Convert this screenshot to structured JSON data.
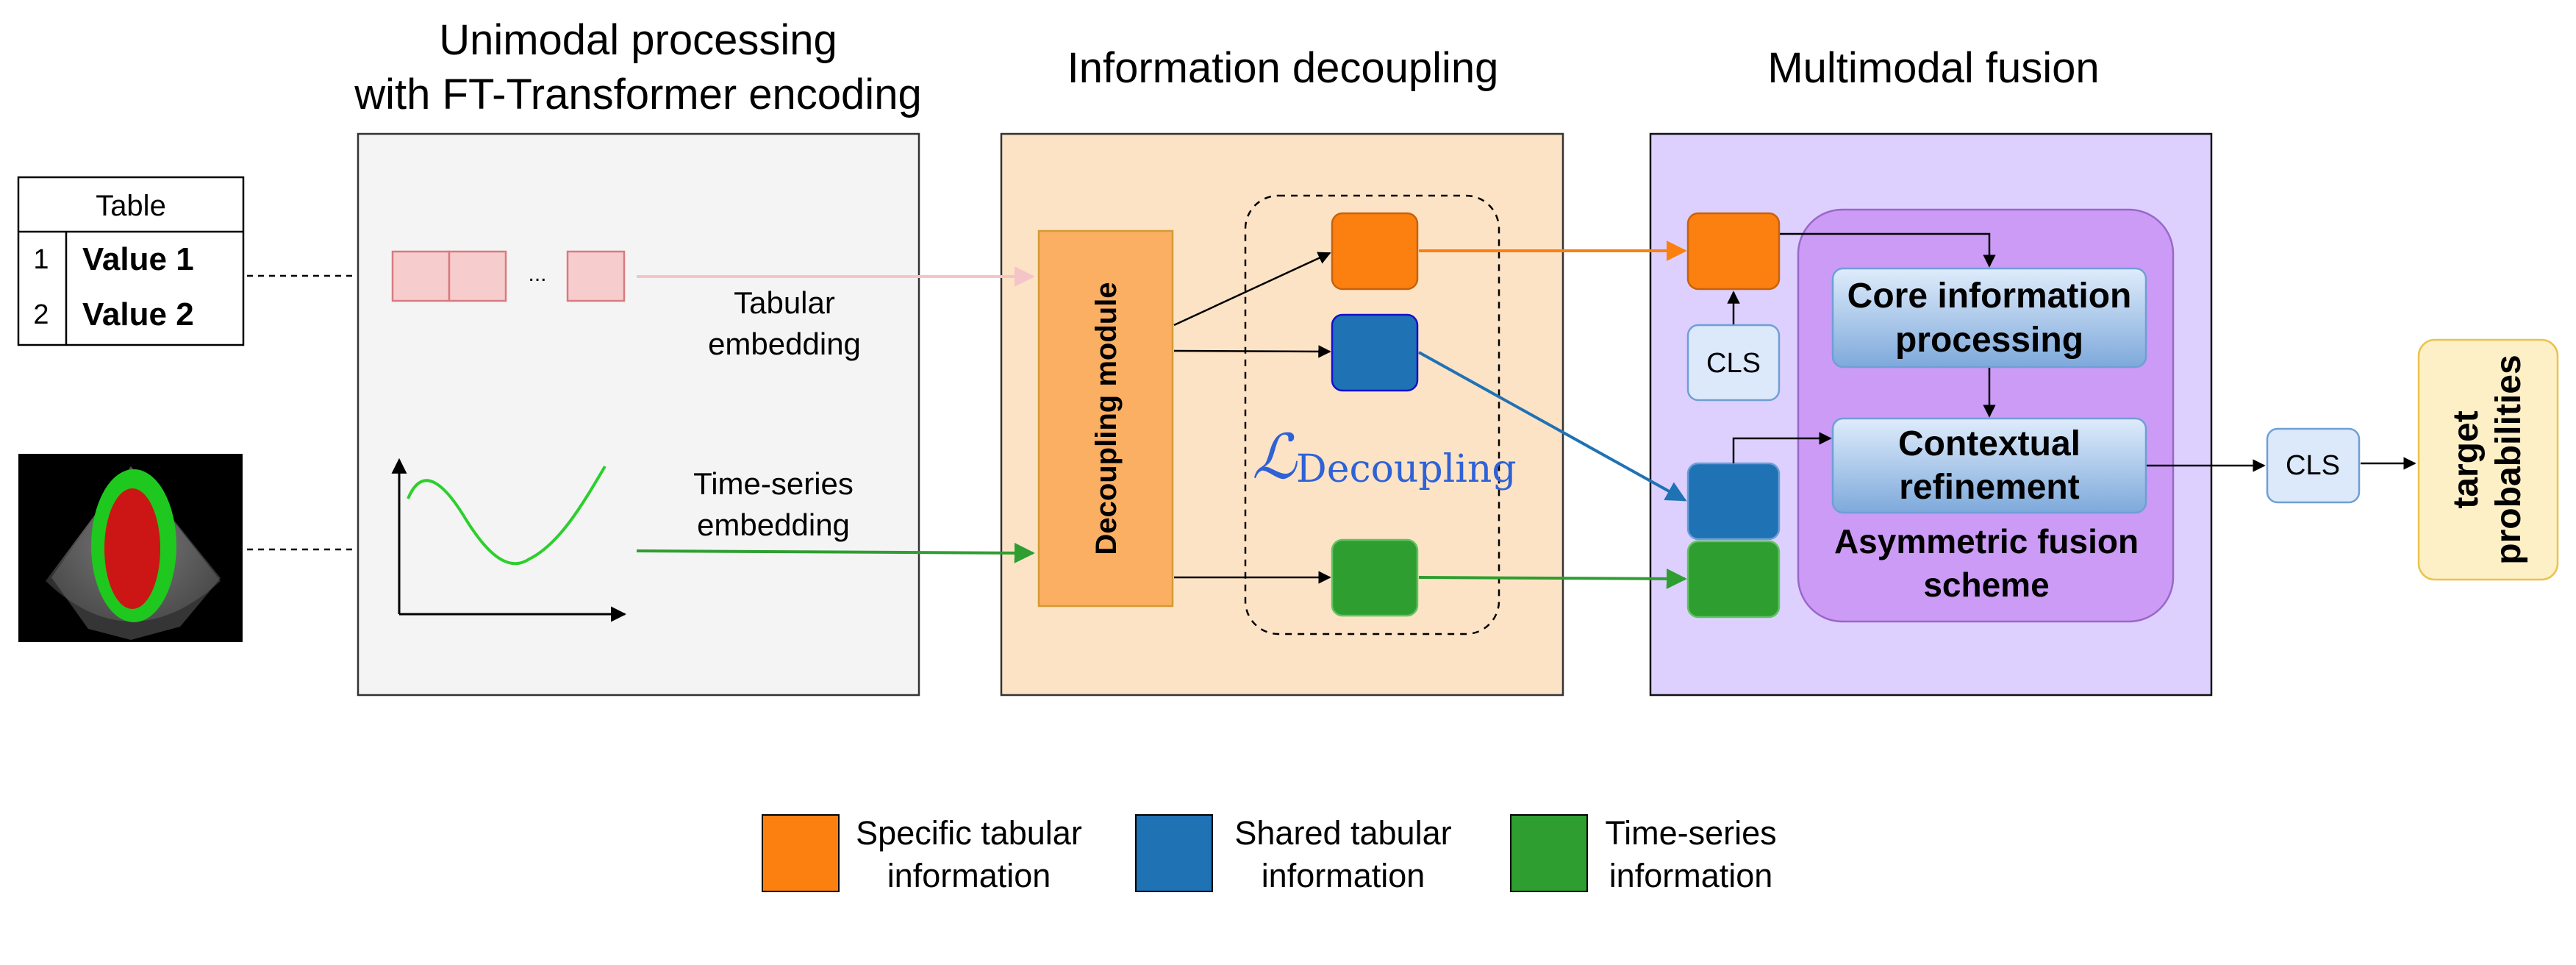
{
  "sections": {
    "unimodal": {
      "line1": "Unimodal processing",
      "line2": "with FT-Transformer encoding"
    },
    "decoupling": {
      "title": "Information decoupling"
    },
    "fusion": {
      "title": "Multimodal fusion"
    }
  },
  "table": {
    "header": "Table",
    "rows": [
      {
        "index": "1",
        "value": "Value 1"
      },
      {
        "index": "2",
        "value": "Value 2"
      }
    ]
  },
  "embeddings": {
    "tabular": {
      "line1": "Tabular",
      "line2": "embedding",
      "ellipsis": "..."
    },
    "timeseries": {
      "line1": "Time-series",
      "line2": "embedding"
    }
  },
  "decoupling_module": {
    "label": "Decoupling module"
  },
  "loss": {
    "symbol": "ℒ",
    "subscript": "Decoupling"
  },
  "fusion": {
    "cls_token": "CLS",
    "core": {
      "line1": "Core information",
      "line2": "processing"
    },
    "refinement": {
      "line1": "Contextual",
      "line2": "refinement"
    },
    "scheme": {
      "line1": "Asymmetric fusion",
      "line2": "scheme"
    }
  },
  "output": {
    "cls_token": "CLS",
    "line1": "target",
    "line2": "probabilities"
  },
  "legend": [
    {
      "color": "#fb8010",
      "line1": "Specific tabular",
      "line2": "information"
    },
    {
      "color": "#1f72b4",
      "line1": "Shared tabular",
      "line2": "information"
    },
    {
      "color": "#2e9e30",
      "line1": "Time-series",
      "line2": "information"
    }
  ],
  "colors": {
    "specific": "#fb8010",
    "shared": "#1f72b4",
    "timeseries": "#2e9e30",
    "unimodal_panel": "#f4f4f4",
    "decoupling_panel": "#fde3c6",
    "fusion_panel": "#ddd0ff",
    "fusion_scheme": "#cb9bf5",
    "output_box": "#fdefc6",
    "tabular_token": "#f7cccd"
  },
  "icons": [
    "echocardiogram-image",
    "time-series-curve-icon",
    "ellipsis-icon"
  ]
}
